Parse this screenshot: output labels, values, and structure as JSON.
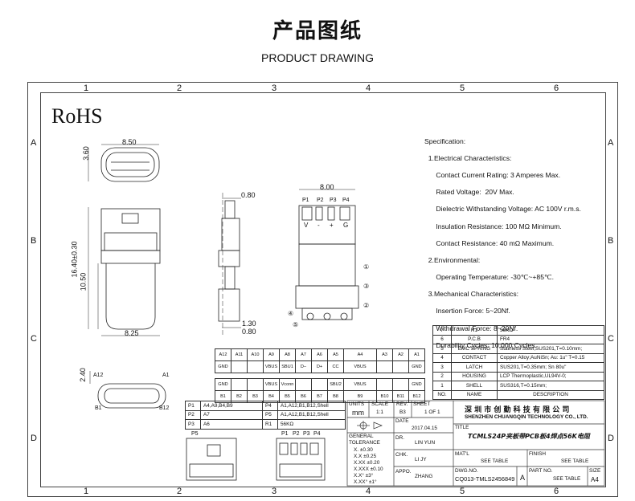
{
  "header": {
    "title_cn": "产品图纸",
    "title_en": "PRODUCT DRAWING"
  },
  "frame": {
    "columns": [
      "1",
      "2",
      "3",
      "4",
      "5",
      "6"
    ],
    "rows": [
      "A",
      "B",
      "C",
      "D"
    ]
  },
  "logo": "RoHS",
  "dims": {
    "d850": "8.50",
    "d360": "3.60",
    "d080a": "0.80",
    "d800": "8.00",
    "d1640": "16.40±0.30",
    "d1050": "10.50",
    "d825": "8.25",
    "d130": "1.30",
    "d080b": "0.80",
    "d240": "2.40",
    "a12": "A12",
    "a1": "A1",
    "b1": "B1",
    "b12": "B12"
  },
  "pads": {
    "labels": [
      "P1",
      "P2",
      "P3",
      "P4"
    ],
    "marks": [
      "V",
      "-",
      "+",
      "G"
    ],
    "callouts": [
      "①",
      "②",
      "③",
      "④",
      "⑤"
    ]
  },
  "spec": [
    "Specification:",
    "  1.Electrical Characteristics:",
    "      Contact Current Rating: 3 Amperes Max.",
    "      Rated Voltage:  20V Max.",
    "      Dielectric Withstanding Voltage: AC 100V r.m.s.",
    "      Insulation Resistance: 100 MΩ Minimum.",
    "      Contact Resistance: 40 mΩ Maximum.",
    "  2.Environmental:",
    "      Operating Temperature: -30℃~+85℃.",
    "  3.Mechanical Characteristics:",
    "      Insertion Force: 5~20Nf.",
    "      Withdrawal Force: 8~20Nf.",
    "      Durability Cycles: 10,000 Cycles."
  ],
  "pin_table": {
    "row1": [
      "A12",
      "A11",
      "A10",
      "A9",
      "A8",
      "A7",
      "A6",
      "A5",
      "A4",
      "A3",
      "A2",
      "A1"
    ],
    "row2": [
      "GND",
      "",
      "",
      "VBUS",
      "SBU1",
      "D−",
      "D+",
      "CC",
      "VBUS",
      "",
      "",
      "GND"
    ],
    "row3": [
      "GND",
      "",
      "",
      "VBUS",
      "Vconn",
      "",
      "",
      "SBU2",
      "VBUS",
      "",
      "",
      "GND"
    ],
    "row4": [
      "B1",
      "B2",
      "B3",
      "B4",
      "B5",
      "B6",
      "B7",
      "B8",
      "B9",
      "B10",
      "B11",
      "B12"
    ]
  },
  "bom": {
    "rows": [
      [
        "7",
        "R1",
        "56KΩ"
      ],
      [
        "6",
        "P.C.B",
        "FR4"
      ],
      [
        "5",
        "EMC SPRING",
        "Stainless Steel;SUS201,T=0.10mm;"
      ],
      [
        "4",
        "CONTACT",
        "Copper Alloy;AuNiSn;  Au: 1u\"  T=0.15"
      ],
      [
        "3",
        "LATCH",
        "SUS201,T=0.35mm;  Sn 80u\""
      ],
      [
        "2",
        "HOUSING",
        "LCP Thermoplastic,UL94V-0;"
      ],
      [
        "1",
        "SHELL",
        "SUS316,T=0.15mm;"
      ]
    ],
    "header": [
      "NO.",
      "NAME",
      "DESCRIPTION"
    ]
  },
  "pad_table": [
    [
      "P1",
      "A4,A9,B4,B9",
      "P4",
      "A1,A12,B1,B12,Shell"
    ],
    [
      "P2",
      "A7",
      "P5",
      "A1,A12,B1,B12,Shell"
    ],
    [
      "P3",
      "A6",
      "R1",
      "56KΩ"
    ]
  ],
  "bottom_pads": {
    "p5": "P5",
    "p1": "P1",
    "p2": "P2",
    "p3": "P3",
    "p4": "P4"
  },
  "title_block": {
    "units_label": "UNITS",
    "units": "mm",
    "scale_label": "SCALE",
    "scale": "1:1",
    "rev_label": "REV.",
    "rev": "B3",
    "sheet_label": "SHEET",
    "sheet": "1 OF 1",
    "company_cn": "深 圳 市 创 勤 科 技 有 限 公 司",
    "company_en": "SHENZHEN CHUANGQIN TECHNOLOGY CO., LTD.",
    "date_label": "DATE",
    "date": "2017.04.15",
    "title_label": "TITLE",
    "title": "TCMLS24P夹板带PCB板4焊点56K电阻",
    "tol_label": "GENERAL TOLERANCE",
    "tol": [
      "X.       ±0.30",
      "X.X      ±0.25",
      "X.XX     ±0.20",
      "X.XXX  ±0.10",
      "X.X°      ±3°",
      "X.XX°    ±1°"
    ],
    "dr_label": "DR.",
    "dr": "LIN YUN",
    "chk_label": "CHK.",
    "chk": "LI JY",
    "appo_label": "APPO.",
    "appo": "ZHANG",
    "mat_label": "MAT'L",
    "mat": "SEE TABLE",
    "finish_label": "FINISH",
    "finish": "SEE TABLE",
    "dwg_label": "DWG.NO.",
    "dwg": "CQ013-TMLS2456849",
    "dwg_rev": "A",
    "part_label": "PART NO.",
    "part": "SEE TABLE",
    "size_label": "SIZE",
    "size": "A4"
  }
}
